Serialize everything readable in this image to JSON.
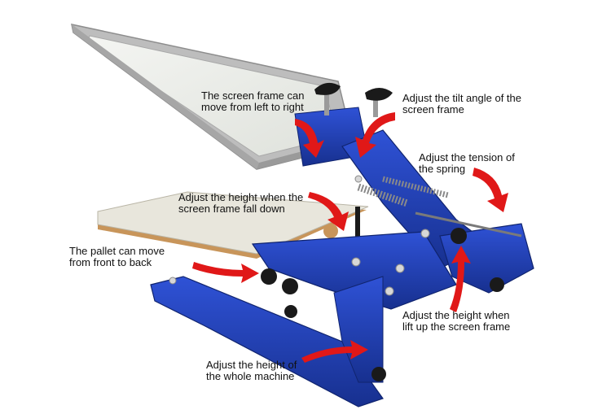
{
  "colors": {
    "background": "#ffffff",
    "machine_blue": "#1f3fb8",
    "machine_blue_dark": "#142a85",
    "aluminum_frame": "#c9c9c9",
    "screen_mesh": "#e9ebe6",
    "pallet_top": "#e8e6dc",
    "pallet_edge": "#c8955a",
    "arrow_red": "#e01818",
    "label_text": "#111111"
  },
  "annotations": [
    {
      "id": "screen-frame-left-right",
      "text": "The screen frame can\nmove from left to right"
    },
    {
      "id": "tilt-angle",
      "text": "Adjust the tilt angle of the\nscreen frame"
    },
    {
      "id": "spring-tension",
      "text": "Adjust the tension of\nthe spring"
    },
    {
      "id": "height-frame-fall",
      "text": "Adjust the height when the\nscreen frame fall down"
    },
    {
      "id": "pallet-front-back",
      "text": "The pallet can move\nfrom front to back"
    },
    {
      "id": "height-lift-up",
      "text": "Adjust the height when\nlift up the screen frame"
    },
    {
      "id": "height-whole-machine",
      "text": "Adjust the height of\nthe whole machine"
    }
  ]
}
